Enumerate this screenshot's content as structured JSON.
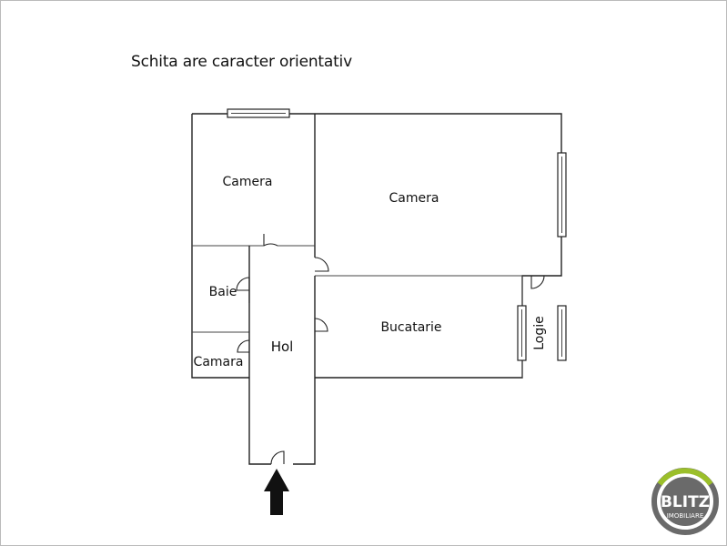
{
  "note": "Schita are caracter orientativ",
  "rooms": {
    "camera_left": "Camera",
    "camera_right": "Camera",
    "baie": "Baie",
    "camara": "Camara",
    "hol": "Hol",
    "bucatarie": "Bucatarie",
    "logie": "Logie"
  },
  "logo": {
    "brand": "BLITZ",
    "sub": "IMOBILIARE",
    "colors": {
      "ring": "#6a6a6a",
      "accent": "#9bbf2a",
      "text": "#ffffff"
    }
  },
  "colors": {
    "wall": "#222222",
    "arrow": "#111111",
    "background": "#ffffff"
  }
}
